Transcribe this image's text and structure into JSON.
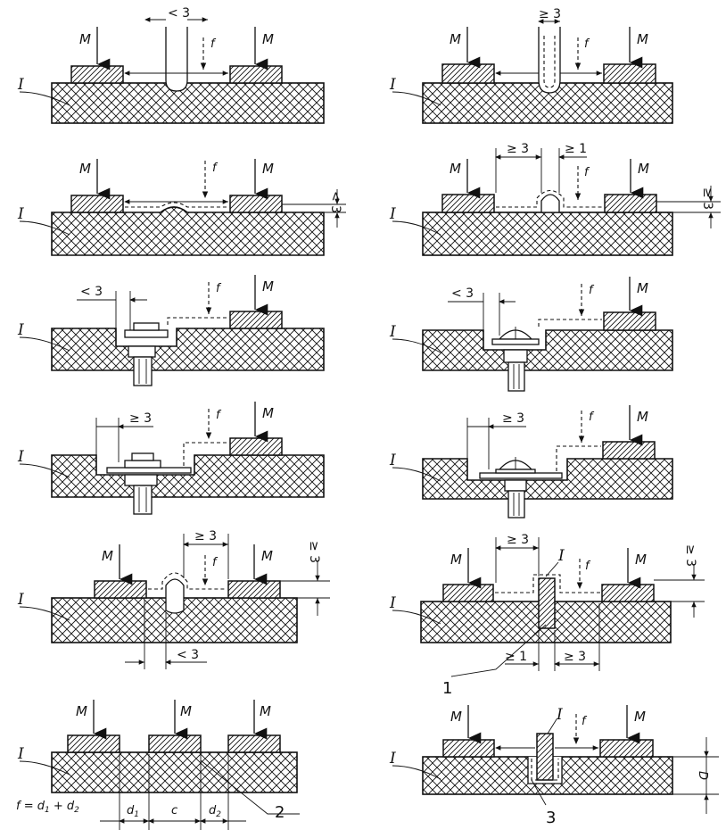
{
  "labels": {
    "insulation": "I",
    "force": "M",
    "creepage": "f",
    "formula": "f = d",
    "sub1": "1",
    "sub2": "2",
    "plus": " + d",
    "d1": "d",
    "d2": "d",
    "c": "c",
    "D": "D",
    "lt3": "< 3",
    "ge3": "≥ 3",
    "ge1": "≥ 1",
    "ref1": "1",
    "ref2": "2",
    "ref3": "3"
  },
  "colors": {
    "line": "#111111",
    "background": "#ffffff"
  }
}
